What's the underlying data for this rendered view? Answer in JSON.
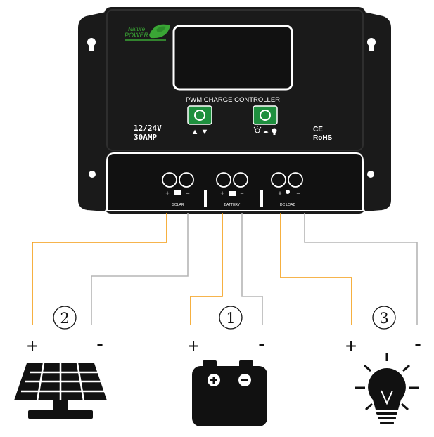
{
  "brand": {
    "line1": "Nature",
    "line2": "POWER"
  },
  "controller": {
    "title": "PWM CHARGE CONTROLLER",
    "rating_voltage": "12/24V",
    "rating_current": "30AMP",
    "cert_ce": "CE",
    "cert_rohs": "RoHS",
    "terminals": {
      "solar": "SOLAR",
      "battery": "BATTERY",
      "load": "DC LOAD"
    },
    "terminal_plus": "+",
    "terminal_minus": "−",
    "btn_left_symbols": "▲  ▼",
    "btn_right_symbols": "◂▸"
  },
  "steps": {
    "battery": "1",
    "solar": "2",
    "load": "3"
  },
  "polarity": {
    "plus": "+",
    "minus": "-"
  },
  "colors": {
    "body": "#1a1a1a",
    "positive_wire": "#f39c12",
    "negative_wire": "#b5b5b5",
    "button": "#1e8f3e",
    "brand_green": "#3aa635"
  }
}
